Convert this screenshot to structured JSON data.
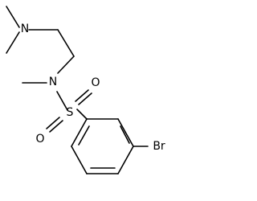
{
  "molecule": {
    "atoms": {
      "n_amine": "N",
      "n_sulfonamide": "N",
      "s": "S",
      "o_top": "O",
      "o_bottom": "O",
      "br": "Br"
    }
  }
}
